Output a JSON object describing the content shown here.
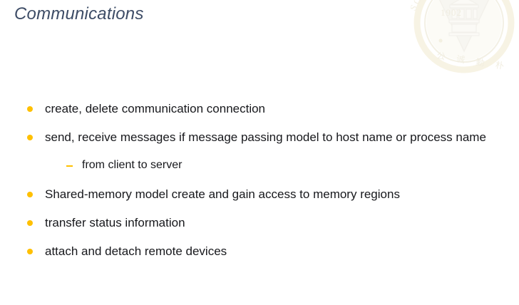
{
  "slide": {
    "title": "Communications",
    "background_color": "#ffffff",
    "title_color": "#3d4c66",
    "bullet_color": "#ffc000",
    "text_color": "#17181c"
  },
  "logo": {
    "name": "university-crest-watermark",
    "year_text": "1902",
    "arc_text": "SOU",
    "chinese_text": "公 诚 勤 朴"
  },
  "bullets": [
    {
      "level": 1,
      "marker": "dot",
      "text": "create, delete communication connection"
    },
    {
      "level": 1,
      "marker": "dot",
      "text": "send, receive messages if message passing model to host name or process name"
    },
    {
      "level": 2,
      "marker": "dash",
      "text": "from client to server"
    },
    {
      "level": 1,
      "marker": "dot",
      "text": "Shared-memory model create and gain access to memory regions"
    },
    {
      "level": 1,
      "marker": "dot",
      "text": "transfer status information"
    },
    {
      "level": 1,
      "marker": "dot",
      "text": "attach and detach remote devices"
    }
  ]
}
